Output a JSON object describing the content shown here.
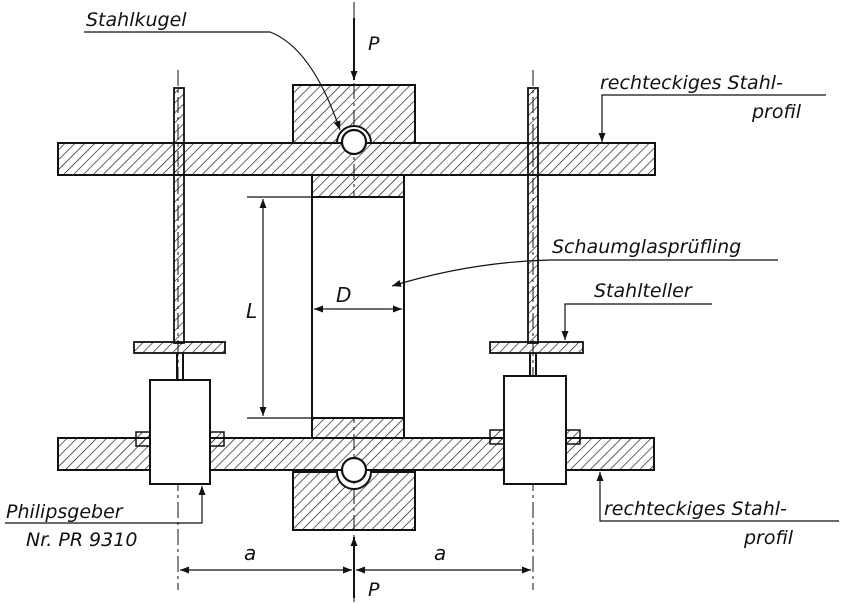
{
  "labels": {
    "stahlkugel": "Stahlkugel",
    "load_top": "P",
    "load_bottom": "P",
    "profile_top_line1": "rechteckiges Stahl-",
    "profile_top_line2": "profil",
    "specimen": "Schaumglasprüfling",
    "diameter": "D",
    "length": "L",
    "plate": "Stahlteller",
    "sensor_line1": "Philipsgeber",
    "sensor_line2": "Nr. PR 9310",
    "profile_bottom_line1": "rechteckiges Stahl-",
    "profile_bottom_line2": "profil",
    "spacing_left": "a",
    "spacing_right": "a"
  },
  "colors": {
    "ink": "#111111",
    "paper": "#ffffff"
  }
}
